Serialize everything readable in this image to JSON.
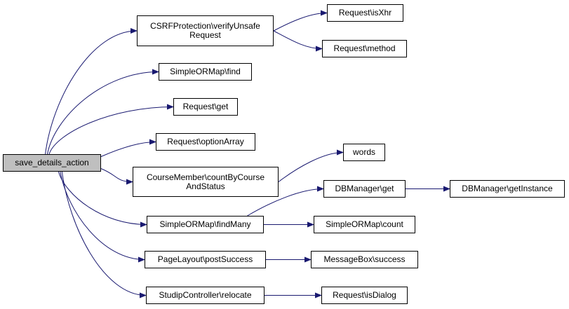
{
  "graph": {
    "edge_color": "#191970",
    "root_fill": "#bfbfbf",
    "nodes": {
      "root": "save_details_action",
      "csrf": "CSRFProtection\\verifyUnsafe\nRequest",
      "isxhr": "Request\\isXhr",
      "method": "Request\\method",
      "sfind": "SimpleORMap\\find",
      "rget": "Request\\get",
      "optarr": "Request\\optionArray",
      "cmcount": "CourseMember\\countByCourse\nAndStatus",
      "words": "words",
      "dbget": "DBManager\\get",
      "dbinst": "DBManager\\getInstance",
      "findmany": "SimpleORMap\\findMany",
      "scount": "SimpleORMap\\count",
      "postsucc": "PageLayout\\postSuccess",
      "msgsucc": "MessageBox\\success",
      "relocate": "StudipController\\relocate",
      "isdialog": "Request\\isDialog"
    },
    "edges": [
      [
        "root",
        "csrf"
      ],
      [
        "root",
        "sfind"
      ],
      [
        "root",
        "rget"
      ],
      [
        "root",
        "optarr"
      ],
      [
        "root",
        "cmcount"
      ],
      [
        "root",
        "findmany"
      ],
      [
        "root",
        "postsucc"
      ],
      [
        "root",
        "relocate"
      ],
      [
        "csrf",
        "isxhr"
      ],
      [
        "csrf",
        "method"
      ],
      [
        "cmcount",
        "words"
      ],
      [
        "findmany",
        "dbget"
      ],
      [
        "findmany",
        "scount"
      ],
      [
        "dbget",
        "dbinst"
      ],
      [
        "postsucc",
        "msgsucc"
      ],
      [
        "relocate",
        "isdialog"
      ]
    ]
  }
}
